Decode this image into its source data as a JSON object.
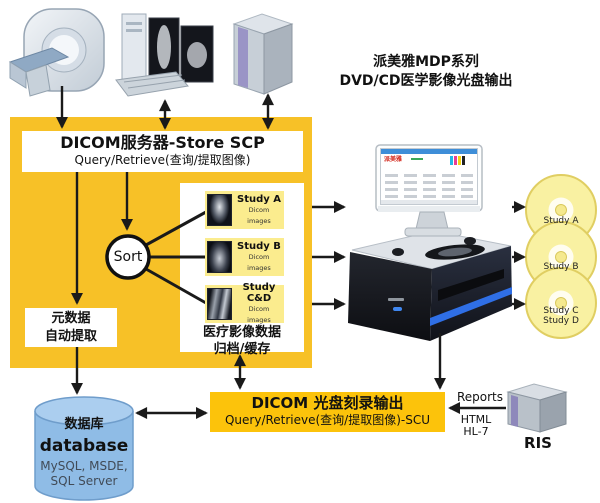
{
  "title": {
    "line1": "派美雅MDP系列",
    "line2": "DVD/CD医学影像光盘输出"
  },
  "scp": {
    "title": "DICOM服务器-Store SCP",
    "subtitle": "Query/Retrieve(查询/提取图像)"
  },
  "sort": {
    "label": "Sort"
  },
  "studies": {
    "items": [
      {
        "name": "Study A",
        "sub": "Dicom images"
      },
      {
        "name": "Study B",
        "sub": "Dicom images"
      },
      {
        "name": "Study C&D",
        "sub": "Dicom images"
      }
    ],
    "caption1": "医疗影像数据",
    "caption2": "归档/缓存"
  },
  "metadata": {
    "line1": "元数据",
    "line2": "自动提取"
  },
  "db": {
    "name_cn": "数据库",
    "name_en": "database",
    "engines1": "MySQL, MSDE,",
    "engines2": "SQL Server"
  },
  "burn": {
    "title": "DICOM  光盘刻录输出",
    "subtitle": "Query/Retrieve(查询/提取图像)-SCU"
  },
  "monitor": {
    "brand": "派美雅"
  },
  "discs": [
    {
      "label": "Study A"
    },
    {
      "label": "Study B"
    },
    {
      "label_line1": "Study C",
      "label_line2": "Study D"
    }
  ],
  "ris": {
    "reports": "Reports",
    "fmt1": "HTML",
    "fmt2": "HL-7",
    "label": "RIS"
  },
  "colors": {
    "gold": "#F7C127",
    "burn_gold": "#FCC30B",
    "chip_yellow": "#FBEC8E",
    "disc_yellow": "#F9F1A2",
    "db_blue": "#8FBCE6",
    "stripe_blue": "#2F6FE6",
    "arrow_black": "#1A1A1A"
  }
}
